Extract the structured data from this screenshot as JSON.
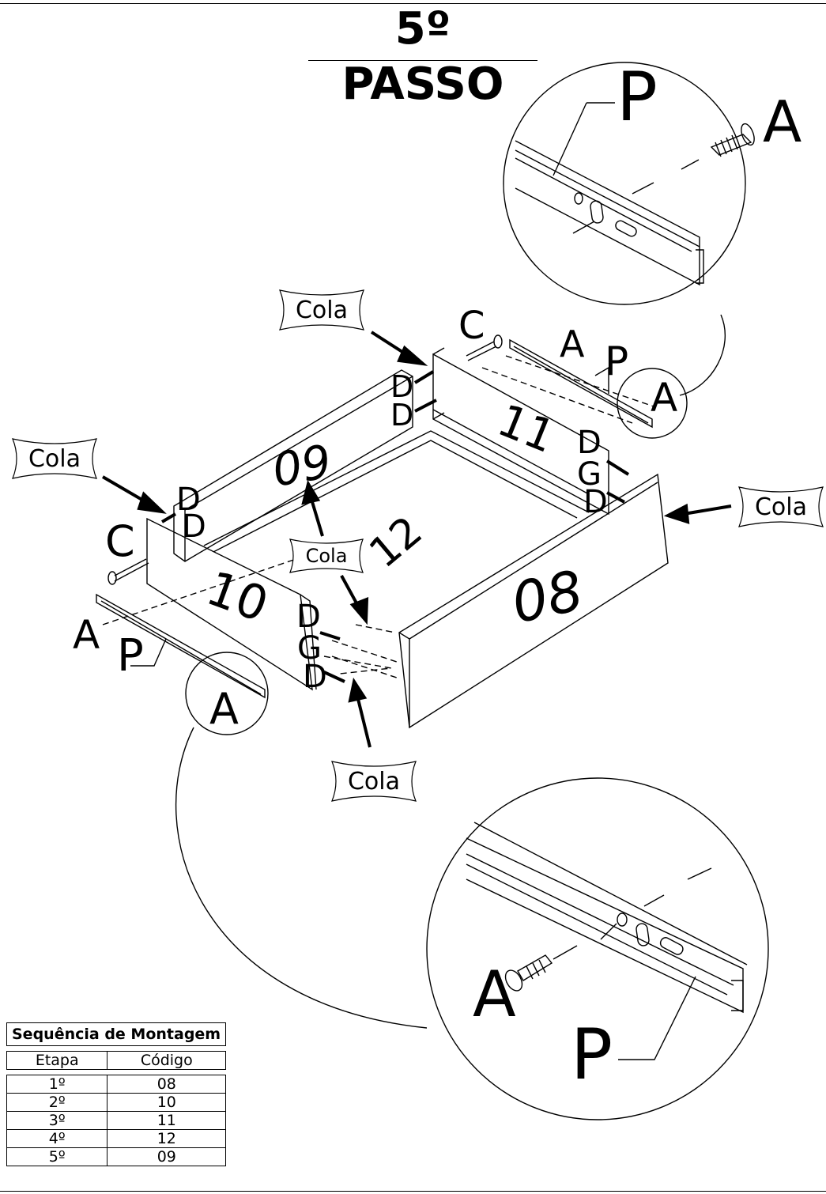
{
  "title": "5º PASSO",
  "glue_label": "Cola",
  "parts": {
    "p08": "08",
    "p09": "09",
    "p10": "10",
    "p11": "11",
    "p12": "12"
  },
  "hardware": {
    "a": "A",
    "c": "C",
    "d": "D",
    "g": "G",
    "p": "P"
  },
  "sequence_table": {
    "header": "Sequência de Montagem",
    "col_step": "Etapa",
    "col_code": "Código",
    "rows": [
      {
        "step": "1º",
        "code": "08"
      },
      {
        "step": "2º",
        "code": "10"
      },
      {
        "step": "3º",
        "code": "11"
      },
      {
        "step": "4º",
        "code": "12"
      },
      {
        "step": "5º",
        "code": "09"
      }
    ]
  }
}
